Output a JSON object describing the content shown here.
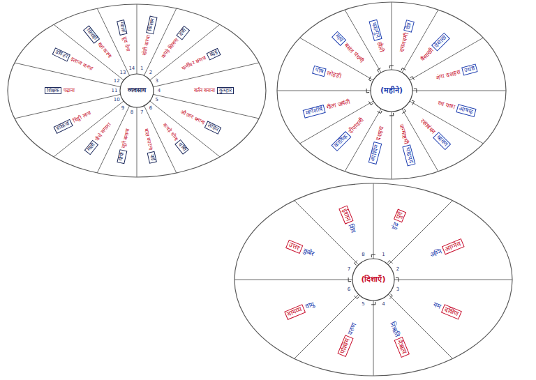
{
  "diagram": {
    "nodes": [
      {
        "text": [
          "व्यवसाय"
        ]
      },
      {
        "text": [
          "किसान",
          "खेती करना"
        ],
        "in": 0
      },
      {
        "text": [
          "दर्जी",
          "कपड़े सिलना"
        ],
        "in": 0
      },
      {
        "text": [
          "बढ़ई",
          "फर्नीचर बनाना"
        ],
        "in": 0
      },
      {
        "text": [
          "कुम्हार",
          "बर्तन बनाना"
        ],
        "in": 0
      },
      {
        "text": [
          "लोहार",
          "औज़ार बनाना"
        ],
        "in": 0
      },
      {
        "text": [
          "धोबी",
          "कपड़े धोना"
        ],
        "in": 0
      },
      {
        "text": [
          "नाई",
          "बाल काटना"
        ],
        "in": 0
      },
      {
        "text": [
          "मोची",
          "जूते बनाना"
        ],
        "in": 0
      },
      {
        "text": [
          "माली",
          "पौधे लगाना"
        ],
        "in": 0
      },
      {
        "text": [
          "डाकिया",
          "चिट्ठी लाना"
        ],
        "in": 0
      },
      {
        "text": [
          "शिक्षक",
          "पढ़ाना"
        ],
        "in": 0
      },
      {
        "text": [
          "डॉक्टर",
          "इलाज करना"
        ],
        "in": 0
      },
      {
        "text": [
          "सिपाही",
          "रक्षा करना"
        ],
        "in": 0
      },
      {
        "text": [
          "ग्वाला",
          "दूध देना"
        ],
        "in": 0
      },
      {
        "text": [
          "(महीने)"
        ]
      },
      {
        "text": [
          "चैत्र",
          "रामनवमी"
        ],
        "in": 15
      },
      {
        "text": [
          "वैशाख",
          "बैसाखी"
        ],
        "in": 15
      },
      {
        "text": [
          "ज्येष्ठ",
          "गंगा दशहरा"
        ],
        "in": 15
      },
      {
        "text": [
          "आषाढ़",
          "रथ यात्रा"
        ],
        "in": 15
      },
      {
        "text": [
          "श्रावण",
          "रक्षाबंधन"
        ],
        "in": 15
      },
      {
        "text": [
          "भाद्रपद",
          "जन्माष्टमी"
        ],
        "in": 15
      },
      {
        "text": [
          "आश्विन",
          "दशहरा"
        ],
        "in": 15
      },
      {
        "text": [
          "कार्तिक",
          "दीपावली"
        ],
        "in": 15
      },
      {
        "text": [
          "मार्गशीर्ष",
          "गीता जयंती"
        ],
        "in": 15
      },
      {
        "text": [
          "पौष",
          "लोहड़ी"
        ],
        "in": 15
      },
      {
        "text": [
          "माघ",
          "बसंत पंचमी"
        ],
        "in": 15
      },
      {
        "text": [
          "फाल्गुन",
          "होली"
        ],
        "in": 15
      },
      {
        "text": [
          "(दिशाएँ)"
        ]
      },
      {
        "text": [
          "पूर्व",
          "इंद्र"
        ],
        "in": 28
      },
      {
        "text": [
          "आग्नेय",
          "अग्नि"
        ],
        "in": 28
      },
      {
        "text": [
          "दक्षिण",
          "यम"
        ],
        "in": 28
      },
      {
        "text": [
          "नैऋत्य",
          "निऋति"
        ],
        "in": 28
      },
      {
        "text": [
          "पश्चिम",
          "वरुण"
        ],
        "in": 28
      },
      {
        "text": [
          "वायव्य",
          "वायु"
        ],
        "in": 28
      },
      {
        "text": [
          "उत्तर",
          "कुबेर"
        ],
        "in": 28
      },
      {
        "text": [
          "ईशान",
          "शिव"
        ],
        "in": 28
      }
    ],
    "labels": [
      "1",
      "2",
      "3",
      "4",
      "5",
      "6",
      "7",
      "8",
      "9",
      "10",
      "11",
      "12",
      "13",
      "14",
      "1",
      "2",
      "3",
      "4",
      "5",
      "6",
      "7",
      "8"
    ]
  }
}
